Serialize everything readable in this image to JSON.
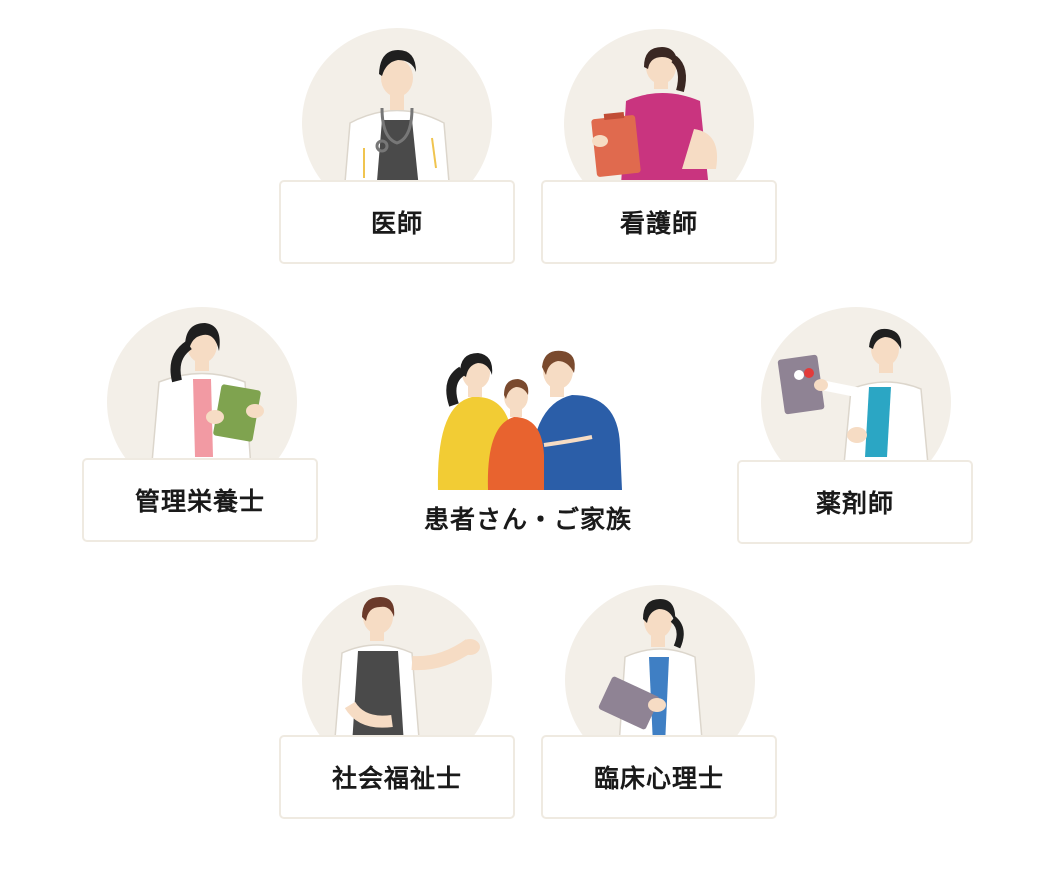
{
  "roles": {
    "doctor": {
      "label": "医師",
      "icon": "doctor-illustration"
    },
    "nurse": {
      "label": "看護師",
      "icon": "nurse-illustration"
    },
    "dietitian": {
      "label": "管理栄養士",
      "icon": "dietitian-illustration"
    },
    "pharmacist": {
      "label": "薬剤師",
      "icon": "pharmacist-illustration"
    },
    "social_worker": {
      "label": "社会福祉士",
      "icon": "social-worker-illustration"
    },
    "psychologist": {
      "label": "臨床心理士",
      "icon": "psychologist-illustration"
    }
  },
  "center": {
    "label": "患者さん・ご家族",
    "icon": "family-illustration"
  },
  "colors": {
    "circle_bg": "#f3efe8",
    "box_border": "#efeae1",
    "text": "#1a1a1a"
  }
}
